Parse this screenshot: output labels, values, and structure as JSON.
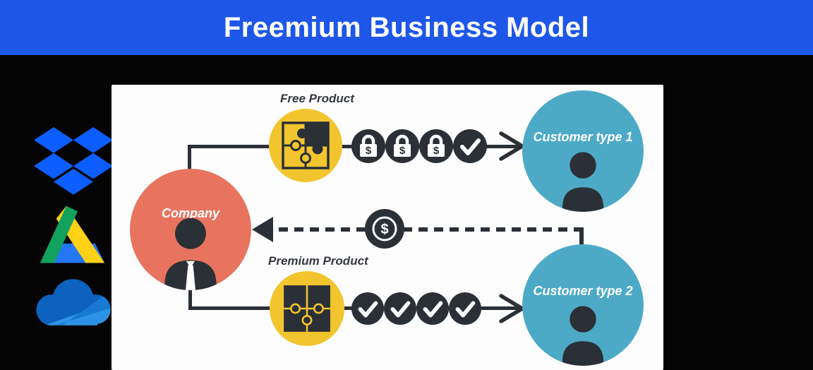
{
  "header": {
    "title": "Freemium Business Model",
    "background": "#1e57e8",
    "text_color": "#ffffff"
  },
  "logos": [
    {
      "name": "dropbox",
      "color": "#0d5eff"
    },
    {
      "name": "google-drive",
      "colors": {
        "green": "#13a15e",
        "yellow": "#fcd116",
        "blue": "#2576f5"
      }
    },
    {
      "name": "onedrive",
      "colors": {
        "base": "#0c62be",
        "light": "#2e93e6"
      }
    }
  ],
  "diagram": {
    "background": "#fdfdfd",
    "line_color": "#2b3036",
    "dollar": "$",
    "company": {
      "label": "Company",
      "color": "#e87460"
    },
    "free_product": {
      "label": "Free Product",
      "color": "#f2c52f"
    },
    "premium_product": {
      "label": "Premium Product",
      "color": "#f2c52f"
    },
    "customer_type_1": {
      "label": "Customer type 1",
      "color": "#4daac7"
    },
    "customer_type_2": {
      "label": "Customer type 2",
      "color": "#4daac7"
    },
    "free_flow": {
      "icons": [
        "lock-dollar",
        "lock-dollar",
        "lock-dollar",
        "check"
      ],
      "from": "Company",
      "to": "Customer type 1"
    },
    "premium_flow": {
      "icons": [
        "check",
        "check",
        "check",
        "check"
      ],
      "from": "Company",
      "to": "Customer type 2"
    },
    "money_flow": {
      "icon": "dollar-circle",
      "style": "dashed",
      "from": "Customer type 2",
      "to": "Company"
    }
  }
}
